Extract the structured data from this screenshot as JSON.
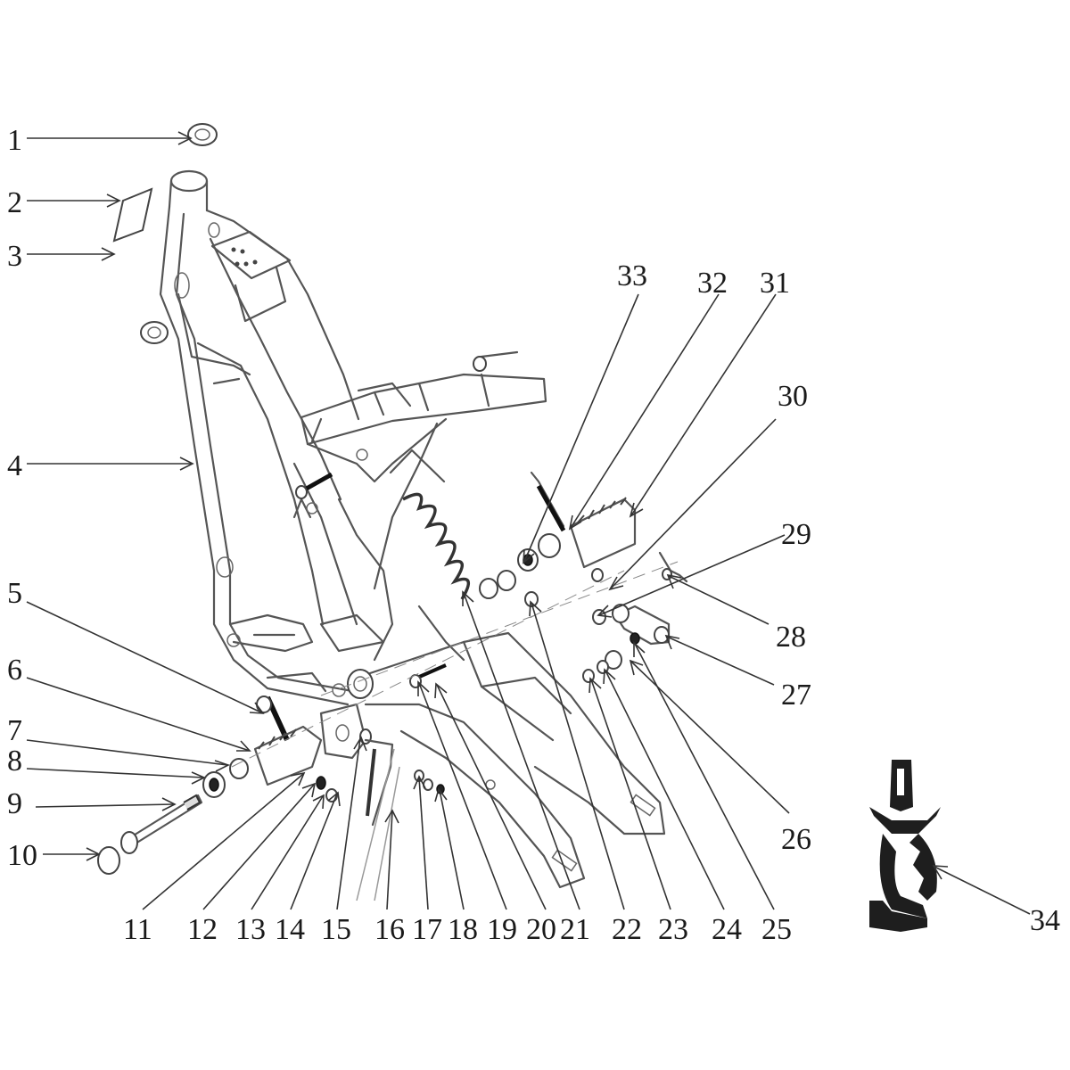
{
  "callouts": [
    {
      "id": "1",
      "label": "1"
    },
    {
      "id": "2",
      "label": "2"
    },
    {
      "id": "3",
      "label": "3"
    },
    {
      "id": "4",
      "label": "4"
    },
    {
      "id": "5",
      "label": "5"
    },
    {
      "id": "6",
      "label": "6"
    },
    {
      "id": "7",
      "label": "7"
    },
    {
      "id": "8",
      "label": "8"
    },
    {
      "id": "9",
      "label": "9"
    },
    {
      "id": "10",
      "label": "10"
    },
    {
      "id": "11",
      "label": "11"
    },
    {
      "id": "12",
      "label": "12"
    },
    {
      "id": "13",
      "label": "13"
    },
    {
      "id": "14",
      "label": "14"
    },
    {
      "id": "15",
      "label": "15"
    },
    {
      "id": "16",
      "label": "16"
    },
    {
      "id": "17",
      "label": "17"
    },
    {
      "id": "18",
      "label": "18"
    },
    {
      "id": "19",
      "label": "19"
    },
    {
      "id": "20",
      "label": "20"
    },
    {
      "id": "21",
      "label": "21"
    },
    {
      "id": "22",
      "label": "22"
    },
    {
      "id": "23",
      "label": "23"
    },
    {
      "id": "24",
      "label": "24"
    },
    {
      "id": "25",
      "label": "25"
    },
    {
      "id": "26",
      "label": "26"
    },
    {
      "id": "27",
      "label": "27"
    },
    {
      "id": "28",
      "label": "28"
    },
    {
      "id": "29",
      "label": "29"
    },
    {
      "id": "30",
      "label": "30"
    },
    {
      "id": "31",
      "label": "31"
    },
    {
      "id": "32",
      "label": "32"
    },
    {
      "id": "33",
      "label": "33"
    },
    {
      "id": "34",
      "label": "34"
    }
  ],
  "colors": {
    "ink": "#1a1a1a",
    "line": "#555555",
    "part_dark": "#222222"
  }
}
